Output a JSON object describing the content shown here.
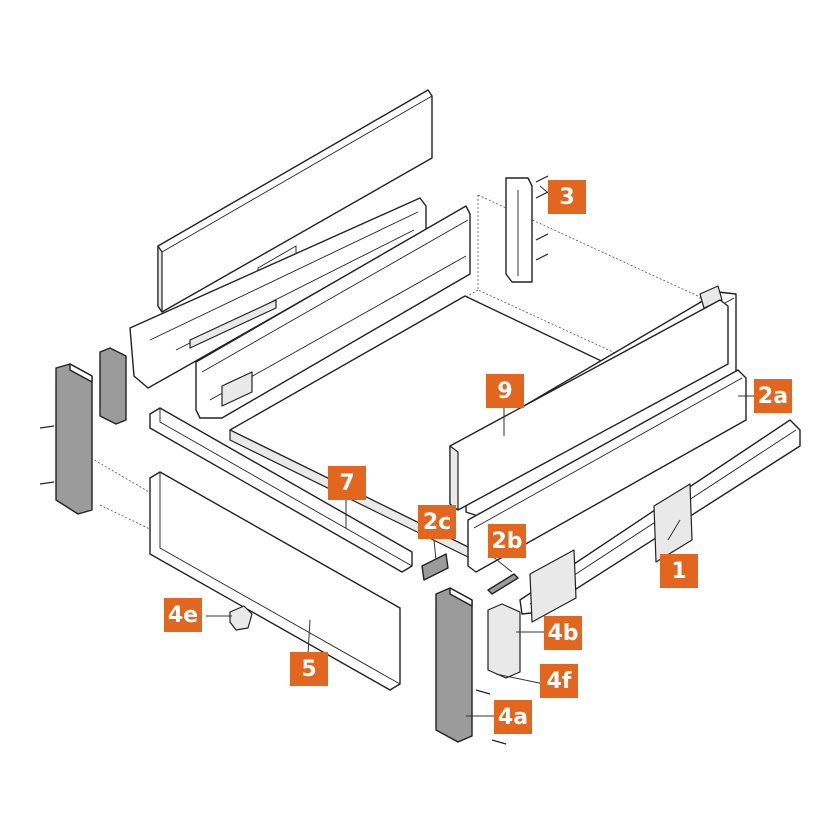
{
  "callouts": [
    {
      "id": "1",
      "label": "1"
    },
    {
      "id": "2a",
      "label": "2a"
    },
    {
      "id": "2b",
      "label": "2b"
    },
    {
      "id": "2c",
      "label": "2c"
    },
    {
      "id": "3",
      "label": "3"
    },
    {
      "id": "4a",
      "label": "4a"
    },
    {
      "id": "4b",
      "label": "4b"
    },
    {
      "id": "4e",
      "label": "4e"
    },
    {
      "id": "4f",
      "label": "4f"
    },
    {
      "id": "5",
      "label": "5"
    },
    {
      "id": "7",
      "label": "7"
    },
    {
      "id": "9",
      "label": "9"
    }
  ],
  "colors": {
    "callout": "#e2661d",
    "part_grey": "#9b9b9b"
  }
}
